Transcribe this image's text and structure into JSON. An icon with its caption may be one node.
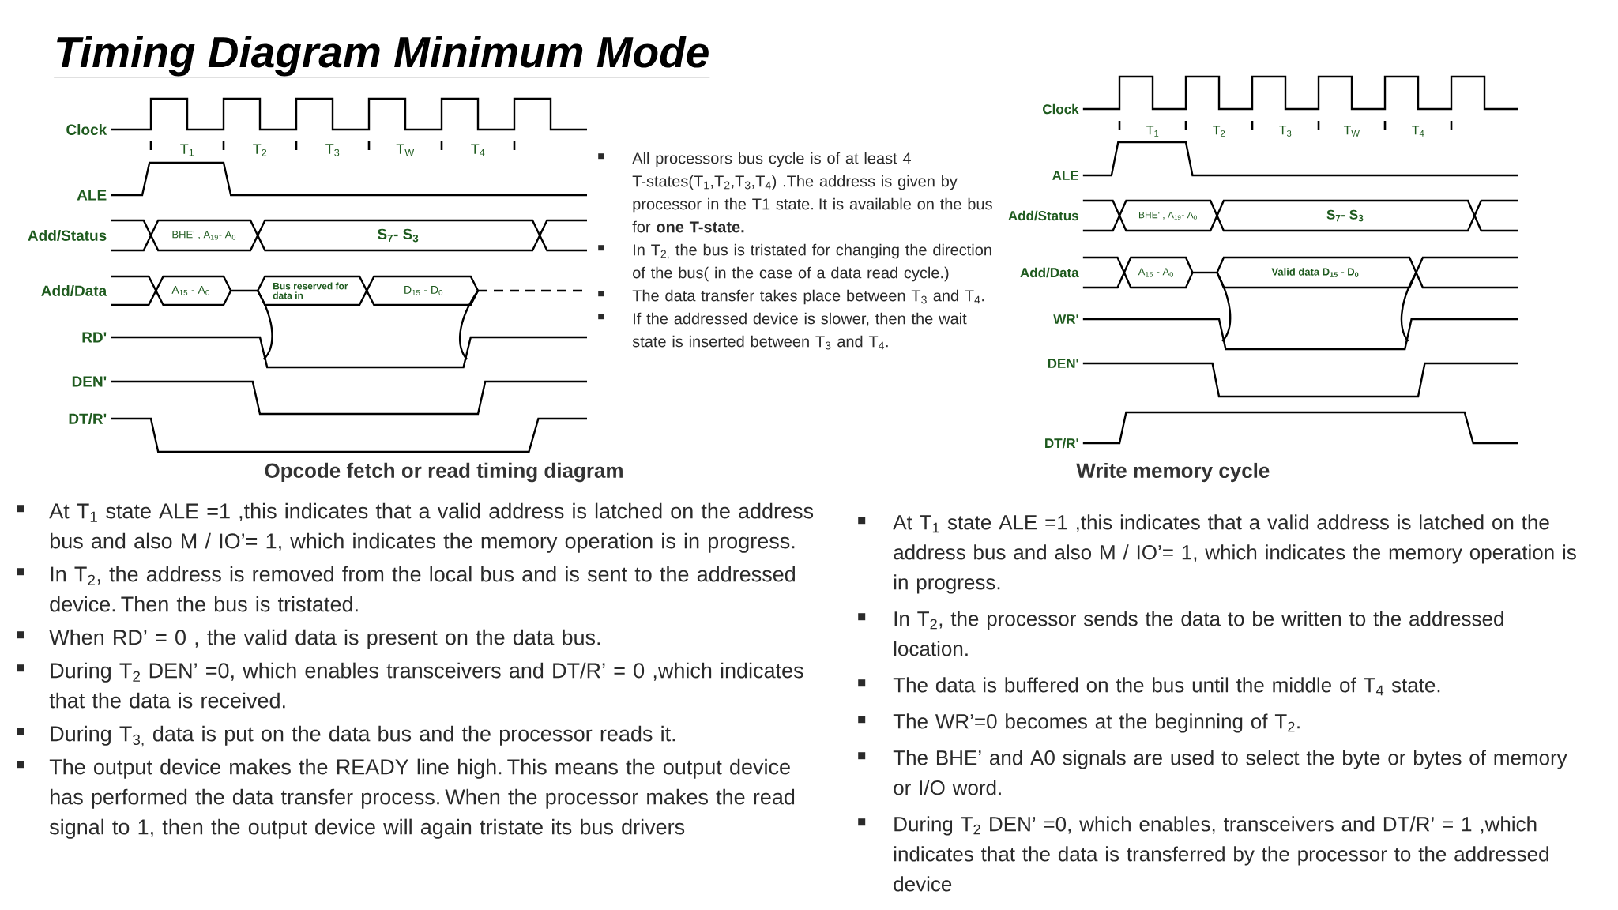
{
  "diagram": {
    "title": "Timing Diagram Minimum Mode",
    "labels": [
      "Clock",
      "T$_{1}$",
      "T$_{2}$",
      "T$_{3}$",
      "T$_{W}$",
      "T$_{4}$",
      "ALE",
      "Add/Status",
      "BHE' , A$_{19}$- A$_{0}$",
      "S$_{7}$- S$_{3}$",
      "Add/Data",
      "A$_{15}$ - A$_{0}$",
      "Bus reserved for data in",
      "D$_{15}$ - D$_{0}$",
      "RD'",
      "DEN'",
      "DT/R'",
      "Clock",
      "T$_{1}$",
      "T$_{2}$",
      "T$_{3}$",
      "T$_{W}$",
      "T$_{4}$",
      "ALE",
      "Add/Status",
      "BHE' , A$_{19}$- A$_{0}$",
      "S$_{7}$- S$_{3}$",
      "Add/Data",
      "A$_{15}$ - A$_{0}$",
      "Valid data D$_{15}$ - D$_{0}$",
      "WR'",
      "DEN'",
      "DT/R'",
      "All processors bus cycle is of at least 4 T-states(T$_{1}$,T$_{2}$,T$_{3}$,T$_{4}$) .The address is given by processor in the T1 state. It is available on the bus for **one T-state.**",
      "In T$_{2,}$ the bus is tristated for changing the direction of the bus( in the case of a data read cycle.)",
      "The data transfer takes place between T$_{3}$ and T$_{4}$.",
      "If the addressed device is slower, then the wait state is inserted between T$_{3}$ and T$_{4}$.",
      "Opcode fetch or read timing diagram",
      "Write memory cycle",
      "At T$_{1}$ state ALE =1 ,this indicates that a valid address is latched on the address bus and also M / IO’= 1, which indicates the memory operation is in progress.",
      "In T$_{2}$, the address is removed from the local bus and is sent to the addressed device. Then the bus is tristated.",
      "When RD’ = 0 , the valid data is present on the data bus.",
      "During T$_{2}$ DEN’ =0, which enables transceivers and DT/R’ = 0 ,which indicates that the data is received.",
      "During T$_{3,}$ data is put on the data bus and the processor reads it.",
      "The output device makes the READY line high. This means the output device has performed the data transfer process. When the processor makes the read signal to 1, then the output device will again tristate its bus drivers",
      "At T$_{1}$ state ALE =1 ,this indicates that a valid address is latched on the address bus and also M / IO’= 1, which indicates the memory operation is in progress.",
      "In T$_{2}$, the processor sends the data to be written to the addressed location.",
      "The data is buffered on the bus until the middle of T$_{4}$ state.",
      "The WR’=0 becomes at the beginning of T$_{2}$.",
      "The BHE’ and A0 signals are used to select the byte or bytes of memory or I/O word.",
      "During T$_{2}$ DEN’ =0, which enables, transceivers and DT/R’ = 1 ,which indicates that the data is transferred by the processor to the addressed device"
    ]
  }
}
